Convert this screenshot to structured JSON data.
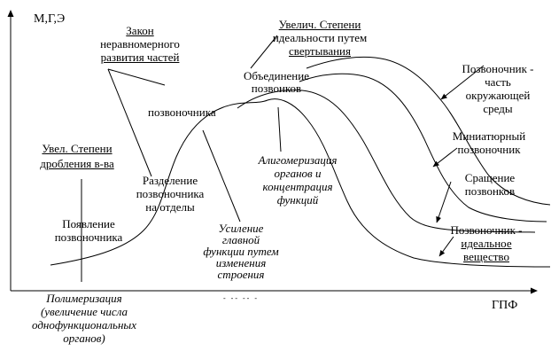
{
  "colors": {
    "ink": "#000000",
    "background": "#ffffff"
  },
  "axes": {
    "y_label": "М,Г,Э",
    "x_label": "ГПФ"
  },
  "labels": {
    "law_uneven": {
      "l1": "Закон",
      "l2": "неравномерного",
      "l3": "развития частей"
    },
    "increase_ideality": {
      "l1": "Увелич. Степени",
      "l2": "идеальности путем",
      "l3": "свертывания"
    },
    "union_vertebrae": {
      "l1": "Объединение",
      "l2": "позвонков"
    },
    "spine_word": "позвоночника",
    "increase_fragmentation": {
      "l1": "Увел. Степени",
      "l2": "дробления в-ва"
    },
    "spine_division": {
      "l1": "Разделение",
      "l2": "позвоночника",
      "l3": "на отделы"
    },
    "spine_appearance": {
      "l1": "Появление",
      "l2": "позвоночника"
    },
    "oligomerization": {
      "l1": "Алигомеризация",
      "l2": "органов и",
      "l3": "концентрация",
      "l4": "функций"
    },
    "main_function_strengthening": {
      "l1": "Усиление",
      "l2": "главной",
      "l3": "функции путем",
      "l4": "изменения",
      "l5": "строения"
    },
    "spine_environment": {
      "l1": "Позвоночник -",
      "l2": "часть",
      "l3": "окружающей",
      "l4": "среды"
    },
    "miniature_spine": {
      "l1": "Миниатюрный",
      "l2": "позвоночник"
    },
    "vertebrae_fusion": {
      "l1": "Сращение",
      "l2": "позвонков"
    },
    "spine_ideal_substance": {
      "l1": "Позвоночник -",
      "l2": "идеальное",
      "l3": "вещество"
    },
    "polymerization": {
      "l1": "Полимеризация",
      "l2": "(увеличение числа",
      "l3": "однофункциональных",
      "l4": "органов)"
    },
    "under_axis_fragment": "- -- -- -"
  }
}
